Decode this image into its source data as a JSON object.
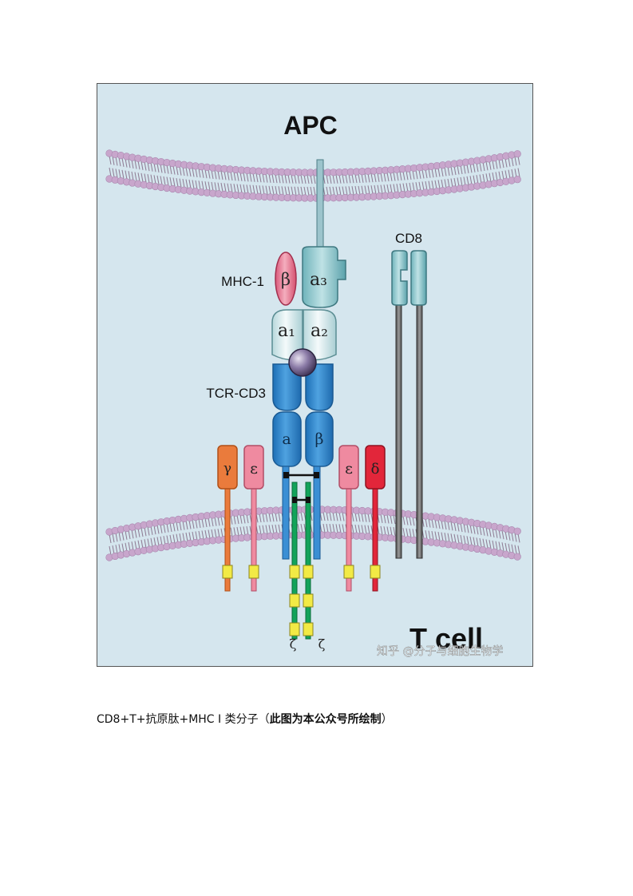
{
  "figure": {
    "top_label": "APC",
    "bottom_label": "T cell",
    "mhc_label": "MHC-1",
    "tcr_label": "TCR-CD3",
    "cd8_label": "CD8",
    "beta2m": "β",
    "alpha3": "a₃",
    "alpha1": "a₁",
    "alpha2": "a₂",
    "tcr_alpha": "a",
    "tcr_beta": "β",
    "cd3_gamma": "γ",
    "cd3_epsilon_left": "ε",
    "cd3_epsilon_right": "ε",
    "cd3_delta": "δ",
    "zeta_left": "ζ",
    "zeta_right": "ζ",
    "watermark": "知乎 @分子与细胞生物学",
    "colors": {
      "background": "#d5e6ee",
      "lipid_head": "#c8a6cc",
      "mhc_teal": "#8fc6cc",
      "mhc_light": "#e4f0f2",
      "tcr_blue": "#2f86cf",
      "cd3_orange": "#ea7b3c",
      "cd3_pink": "#ef8aa0",
      "cd3_red": "#e2263a",
      "zeta_green": "#12a35a",
      "itam_yellow": "#f2ea45",
      "cd8_grey": "#6f6f6f",
      "peptide": "#7a6a9a"
    }
  },
  "caption": {
    "normal": "CD8+T+抗原肽+MHC I 类分子（",
    "bold": "此图为本公众号所绘制",
    "close": "）"
  }
}
